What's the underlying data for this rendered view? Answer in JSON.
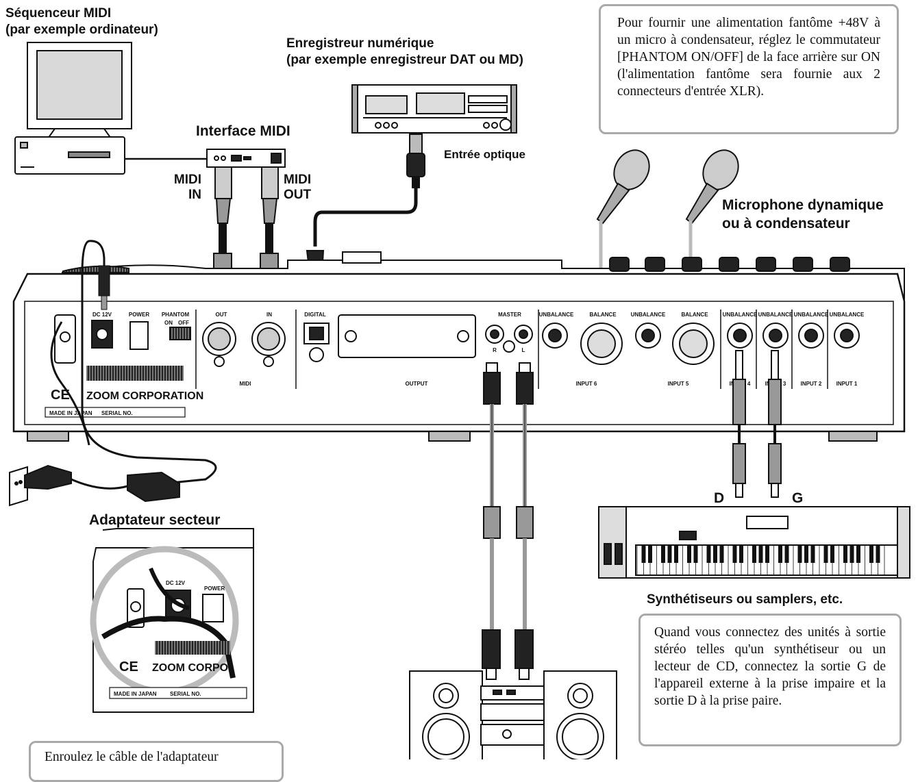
{
  "labels": {
    "sequencer": [
      "Séquenceur MIDI",
      "(par exemple ordinateur)"
    ],
    "recorder": [
      "Enregistreur numérique",
      "(par exemple enregistreur DAT ou MD)"
    ],
    "midi_interface": "Interface MIDI",
    "optical_in": "Entrée optique",
    "midi_in": [
      "MIDI",
      "IN"
    ],
    "midi_out": [
      "MIDI",
      "OUT"
    ],
    "microphone": [
      "Microphone dynamique",
      "ou à condensateur"
    ],
    "adapter": "Adaptateur secteur",
    "synth": "Synthétiseurs ou samplers, etc.",
    "right": "D",
    "left": "G"
  },
  "notes": {
    "phantom": "Pour fournir une alimentation fantôme +48V à un micro à condensateur, réglez le commutateur [PHANTOM ON/OFF] de la face arrière sur ON (l'alimentation fantôme sera fournie aux 2 connecteurs d'entrée XLR).",
    "stereo": "Quand vous connectez des unités à sortie stéréo telles qu'un synthétiseur ou un lecteur de CD, connectez la sortie G de l'appareil externe à la prise impaire et la sortie D à la prise paire.",
    "cable": "Enroulez le câble de l'adaptateur"
  },
  "panel": {
    "dc": "DC 12V",
    "power": "POWER",
    "phantom": "PHANTOM",
    "on": "ON",
    "off": "OFF",
    "out": "OUT",
    "in": "IN",
    "midi": "MIDI",
    "digital": "DIGITAL",
    "master": "MASTER",
    "output": "OUTPUT",
    "r": "R",
    "l": "L",
    "unbalance": "UNBALANCE",
    "balance": "BALANCE",
    "input6": "INPUT 6",
    "input5": "INPUT 5",
    "input4": "INPUT 4",
    "input3": "INPUT 3",
    "input2": "INPUT 2",
    "input1": "INPUT 1",
    "brand": "ZOOM CORPORATION",
    "made": "MADE IN JAPAN",
    "serial": "SERIAL NO.",
    "ce": "CE"
  },
  "inset": {
    "dc": "DC 12V",
    "power": "POWER",
    "brand": "ZOOM CORPO",
    "made": "MADE IN JAPAN",
    "serial": "SERIAL NO.",
    "ce": "CE"
  }
}
